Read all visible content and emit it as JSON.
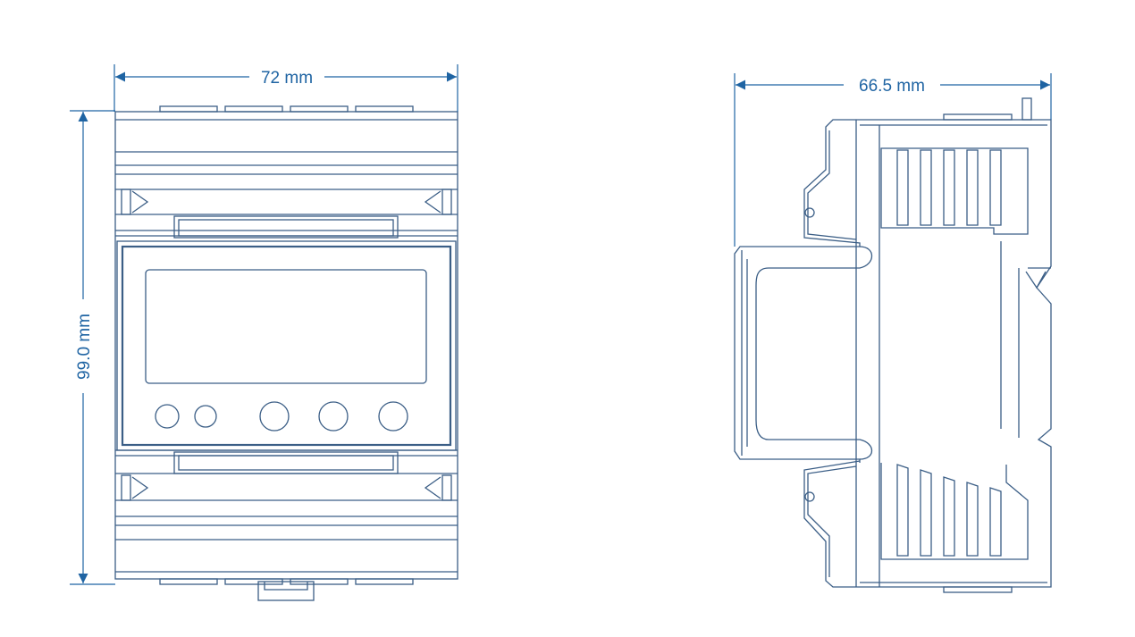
{
  "dimensions": {
    "front_width": "72 mm",
    "front_height": "99.0 mm",
    "side_depth": "66.5 mm"
  },
  "colors": {
    "outline": "#3b5e86",
    "dimension": "#1f64a3",
    "background": "#ffffff"
  }
}
